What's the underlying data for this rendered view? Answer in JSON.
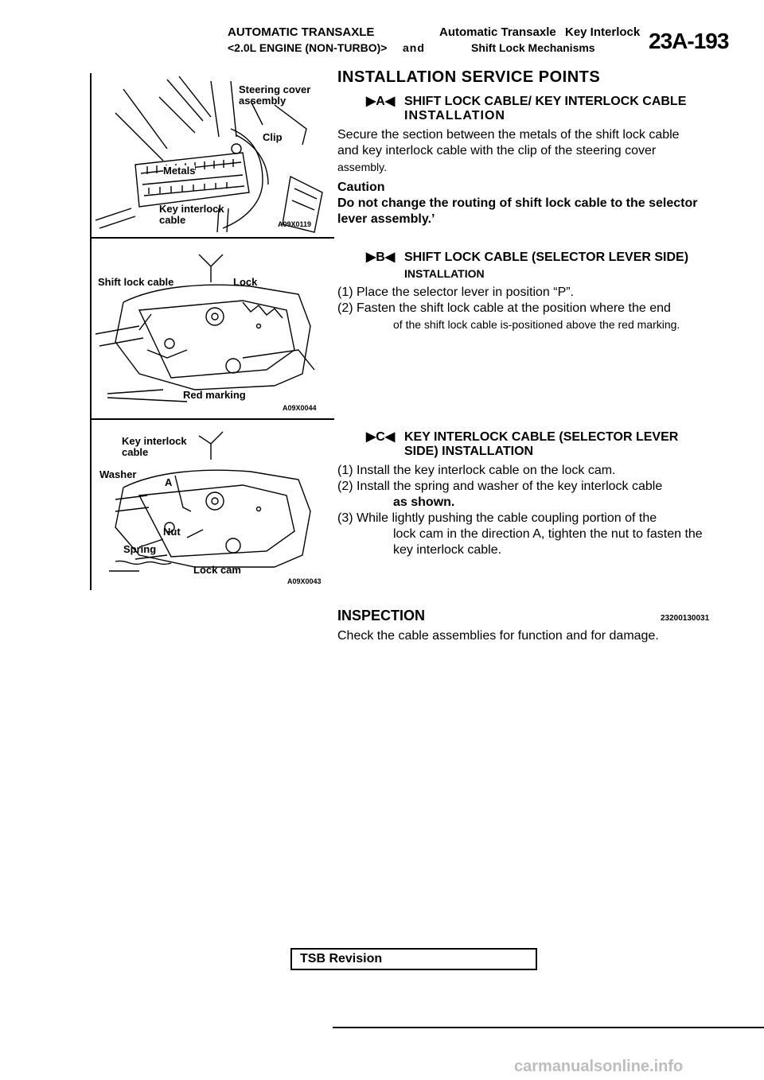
{
  "header": {
    "section": "AUTOMATIC TRANSAXLE",
    "engine": "<2.0L ENGINE (NON-TURBO)>",
    "group_title": "Automatic Transaxle",
    "and_text": "and",
    "key_interlock": "Key Interlock",
    "shift_lock": "Shift Lock Mechanisms",
    "page_number": "23A-193"
  },
  "figures": [
    {
      "labels": [
        "Steering cover assembly",
        "Clip",
        "Metals",
        "Key interlock cable"
      ],
      "code": "A09X0119"
    },
    {
      "labels": [
        "Shift lock cable",
        "Lock",
        "Red marking"
      ],
      "code": "A09X0044"
    },
    {
      "labels": [
        "Key interlock cable",
        "Washer",
        "A",
        "Nut",
        "Spring",
        "Lock cam"
      ],
      "code": "A09X0043"
    }
  ],
  "main": {
    "title": "INSTALLATION SERVICE POINTS",
    "secA": {
      "marker": "▶A◀",
      "heading1": "SHIFT LOCK CABLE/ KEY INTERLOCK CABLE",
      "heading2": "INSTALLATION",
      "para": [
        "Secure the section between the metals of the shift lock cable",
        "and key interlock cable with the clip of the steering cover",
        "assembly."
      ],
      "caution_title": "Caution",
      "caution": [
        "Do not change the routing of shift lock cable to the selector",
        "lever assembly.’"
      ]
    },
    "secB": {
      "marker": "▶B◀",
      "heading1": "SHIFT LOCK CABLE (SELECTOR LEVER SIDE)",
      "heading2": "INSTALLATION",
      "steps": [
        "(1) Place the selector lever in position “P”.",
        "(2) Fasten the shift lock cable at the position where the end",
        "of the shift lock cable is-positioned above the red marking."
      ]
    },
    "secC": {
      "marker": "▶C◀",
      "heading1": "KEY INTERLOCK CABLE (SELECTOR LEVER",
      "heading2": "SIDE) INSTALLATION",
      "steps": [
        "(1) Install the key interlock cable on the lock cam.",
        "(2) Install the spring and washer of the key interlock cable",
        "as shown.",
        "(3) While lightly pushing the cable coupling portion of the",
        "lock cam in the direction A, tighten the nut to fasten the",
        "key interlock cable."
      ]
    },
    "inspection": {
      "title": "INSPECTION",
      "code": "23200130031",
      "text": "Check the cable assemblies for function and for damage."
    }
  },
  "footer": {
    "tsb": "TSB Revision",
    "watermark": "carmanualsonline.info"
  }
}
